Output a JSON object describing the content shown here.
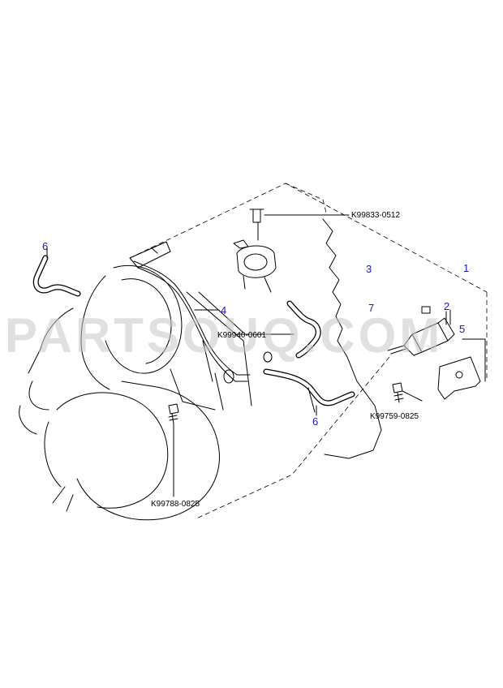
{
  "watermark": "PARTSOUQ.COM",
  "callouts": [
    {
      "id": "c1",
      "label": "1"
    },
    {
      "id": "c2",
      "label": "2"
    },
    {
      "id": "c3",
      "label": "3"
    },
    {
      "id": "c4",
      "label": "4"
    },
    {
      "id": "c5",
      "label": "5"
    },
    {
      "id": "c6a",
      "label": "6"
    },
    {
      "id": "c6b",
      "label": "6"
    },
    {
      "id": "c7",
      "label": "7"
    }
  ],
  "codes": [
    {
      "id": "k1",
      "label": "K99833-0512"
    },
    {
      "id": "k2",
      "label": "K99940-0601"
    },
    {
      "id": "k3",
      "label": "K99759-0825"
    },
    {
      "id": "k4",
      "label": "K99788-0825"
    }
  ]
}
